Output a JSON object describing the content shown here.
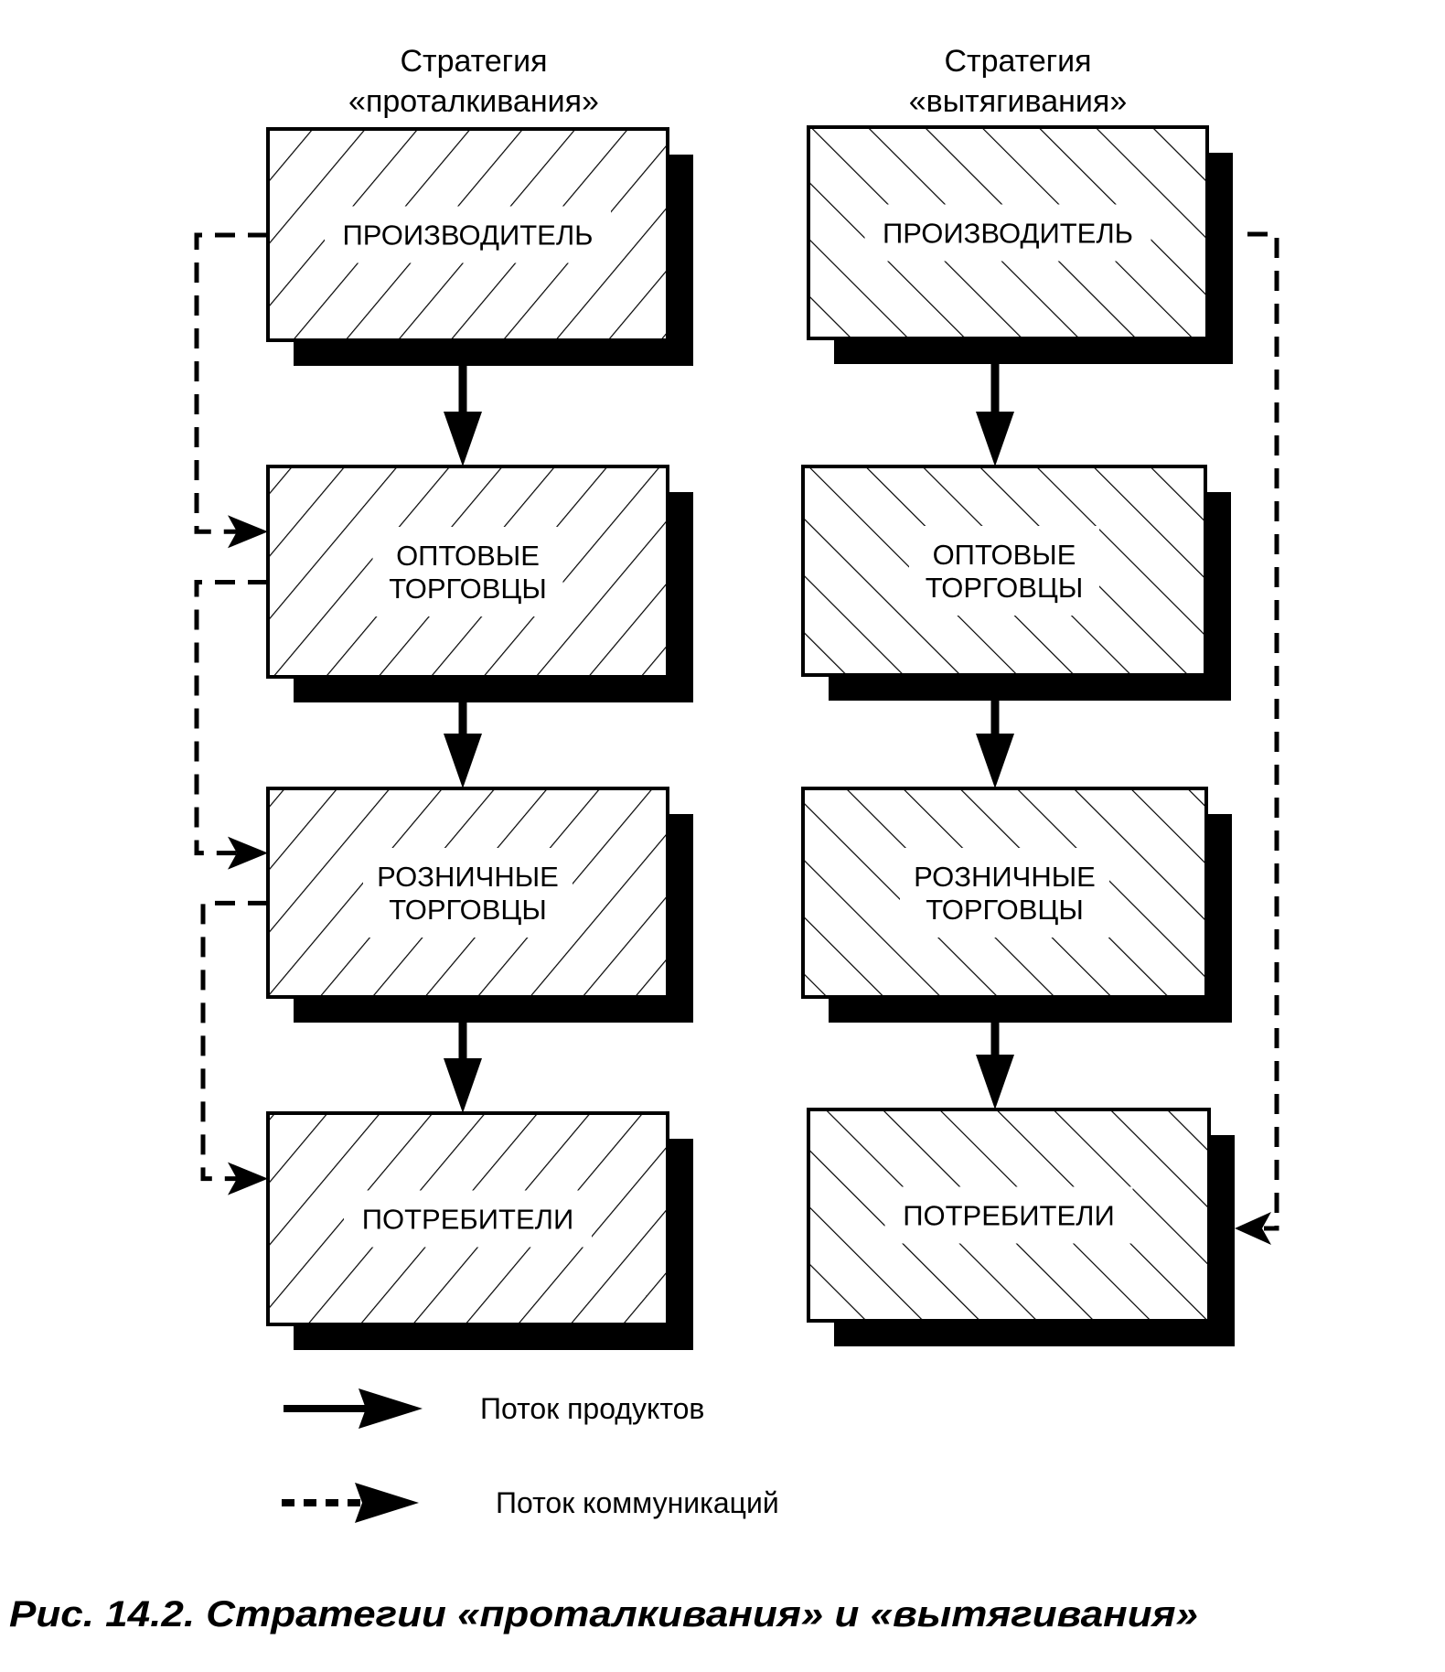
{
  "diagram": {
    "columns": [
      {
        "id": "push",
        "title_line1": "Стратегия",
        "title_line2": "«проталкивания»",
        "hatch_direction": "forward",
        "boxes": [
          {
            "id": "producer",
            "lines": [
              "ПРОИЗВОДИТЕЛЬ"
            ]
          },
          {
            "id": "wholesalers",
            "lines": [
              "ОПТОВЫЕ",
              "ТОРГОВЦЫ"
            ]
          },
          {
            "id": "retailers",
            "lines": [
              "РОЗНИЧНЫЕ",
              "ТОРГОВЦЫ"
            ]
          },
          {
            "id": "consumers",
            "lines": [
              "ПОТРЕБИТЕЛИ"
            ]
          }
        ],
        "product_flow": [
          [
            "producer",
            "wholesalers"
          ],
          [
            "wholesalers",
            "retailers"
          ],
          [
            "retailers",
            "consumers"
          ]
        ],
        "communication_flow": [
          [
            "producer",
            "wholesalers"
          ],
          [
            "wholesalers",
            "retailers"
          ],
          [
            "retailers",
            "consumers"
          ]
        ]
      },
      {
        "id": "pull",
        "title_line1": "Стратегия",
        "title_line2": "«вытягивания»",
        "hatch_direction": "backward",
        "boxes": [
          {
            "id": "producer",
            "lines": [
              "ПРОИЗВОДИТЕЛЬ"
            ]
          },
          {
            "id": "wholesalers",
            "lines": [
              "ОПТОВЫЕ",
              "ТОРГОВЦЫ"
            ]
          },
          {
            "id": "retailers",
            "lines": [
              "РОЗНИЧНЫЕ",
              "ТОРГОВЦЫ"
            ]
          },
          {
            "id": "consumers",
            "lines": [
              "ПОТРЕБИТЕЛИ"
            ]
          }
        ],
        "product_flow": [
          [
            "producer",
            "wholesalers"
          ],
          [
            "wholesalers",
            "retailers"
          ],
          [
            "retailers",
            "consumers"
          ]
        ],
        "communication_flow": [
          [
            "producer",
            "consumers"
          ]
        ]
      }
    ],
    "legend": [
      {
        "type": "solid",
        "label": "Поток продуктов"
      },
      {
        "type": "dashed",
        "label": "Поток коммуникаций"
      }
    ],
    "caption": "Рис. 14.2. Стратегии «проталкивания» и «вытягивания»",
    "colors": {
      "ink": "#000000",
      "paper": "#ffffff"
    }
  }
}
